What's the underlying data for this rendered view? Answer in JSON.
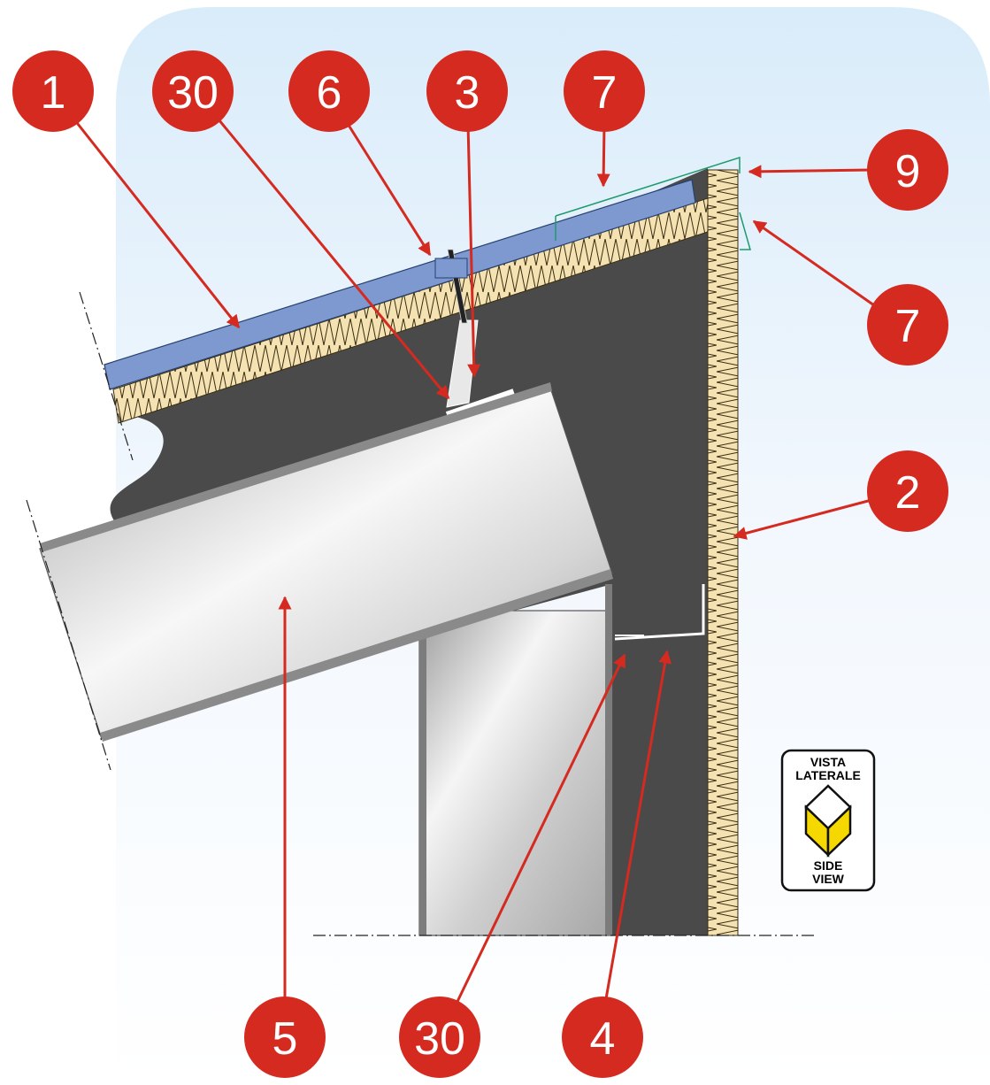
{
  "callouts": [
    {
      "id": "c1",
      "label": "1"
    },
    {
      "id": "c30a",
      "label": "30"
    },
    {
      "id": "c6",
      "label": "6"
    },
    {
      "id": "c3",
      "label": "3"
    },
    {
      "id": "c7a",
      "label": "7"
    },
    {
      "id": "c9",
      "label": "9"
    },
    {
      "id": "c7b",
      "label": "7"
    },
    {
      "id": "c2",
      "label": "2"
    },
    {
      "id": "c5",
      "label": "5"
    },
    {
      "id": "c30b",
      "label": "30"
    },
    {
      "id": "c4",
      "label": "4"
    }
  ],
  "badge": {
    "top_line1": "VISTA",
    "top_line2": "LATERALE",
    "bottom_line1": "SIDE",
    "bottom_line2": "VIEW"
  },
  "colors": {
    "callout_fill": "#d42a20",
    "arrow": "#d42a20",
    "backdrop": "#e6f1fb",
    "filler": "#4a4a4a",
    "roof_panel": "#7d99cf",
    "insulation": "#f4e2b3",
    "steel_light": "#f2f2f2",
    "steel_mid": "#bdbdbd",
    "badge_yellow": "#f5d800",
    "flashing": "#1d9a6c"
  }
}
